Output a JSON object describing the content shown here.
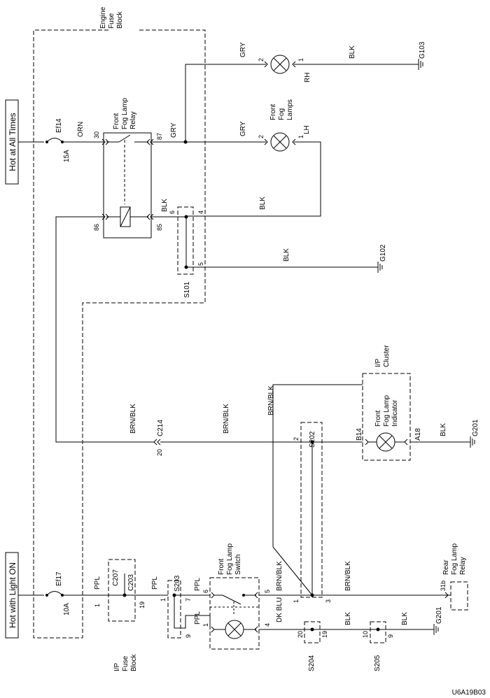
{
  "power_bars": {
    "hot_at_all_times": "Hot at All Times",
    "hot_with_light_on": "Hot with Light ON"
  },
  "blocks": {
    "engine_fuse_block": [
      "Engine",
      "Fuse",
      "Block"
    ],
    "ip_fuse_block": [
      "I/P",
      "Fuse",
      "Block"
    ],
    "ip_cluster": [
      "I/P",
      "Cluster"
    ]
  },
  "fuses": {
    "ef14": {
      "name": "Ef14",
      "rating": "15A"
    },
    "ef17": {
      "name": "Ef17",
      "rating": "10A"
    }
  },
  "components": {
    "front_fog_lamp_relay": [
      "Front",
      "Fog Lamp",
      "Relay"
    ],
    "front_fog_lamps": [
      "Front",
      "Fog",
      "Lamps"
    ],
    "front_fog_lamp_switch": [
      "Front",
      "Fog Lamp",
      "Switch"
    ],
    "front_fog_lamp_indicator": [
      "Front",
      "Fog Lamp",
      "Indicator"
    ],
    "rear_fog_lamp_relay": [
      "Rear",
      "Fog Lamp",
      "Relay"
    ],
    "lamp_rh": "RH",
    "lamp_lh": "LH"
  },
  "wire_colors": {
    "orn": "ORN",
    "gry": "GRY",
    "blk": "BLK",
    "brn_blk": "BRN/BLK",
    "ppl": "PPL",
    "dk_blu": "DK BLU"
  },
  "connectors": {
    "c214": "C214",
    "c207": "C207",
    "c203": "C203",
    "b14": "B14",
    "a18": "A18"
  },
  "splices": {
    "s101": "S101",
    "s202": "S202",
    "s203": "S203",
    "s204": "S204",
    "s205": "S205"
  },
  "grounds": {
    "g103": "G103",
    "g102": "G102",
    "g201_cluster": "G201",
    "g201_bottom": "G201"
  },
  "pins": {
    "relay_30": "30",
    "relay_87": "87",
    "relay_86": "86",
    "relay_85": "85",
    "rh_2": "2",
    "rh_1": "1",
    "lh_2": "2",
    "lh_1": "1",
    "s101_6": "6",
    "s101_4": "4",
    "s101_5": "5",
    "c214_20": "20",
    "s202_2": "2",
    "s202_1": "1",
    "s202_3": "3",
    "fuse_1": "1",
    "fuse_19": "19",
    "s203_1": "1",
    "s203_9": "9",
    "sw_7": "7",
    "sw_6": "6",
    "sw_5": "5",
    "sw_1": "1",
    "sw_4": "4",
    "s204_20": "20",
    "s204_19": "19",
    "s205_10": "10",
    "s205_9": "9",
    "rear_31b": "31b"
  },
  "diagram_id": "U6A19B03"
}
